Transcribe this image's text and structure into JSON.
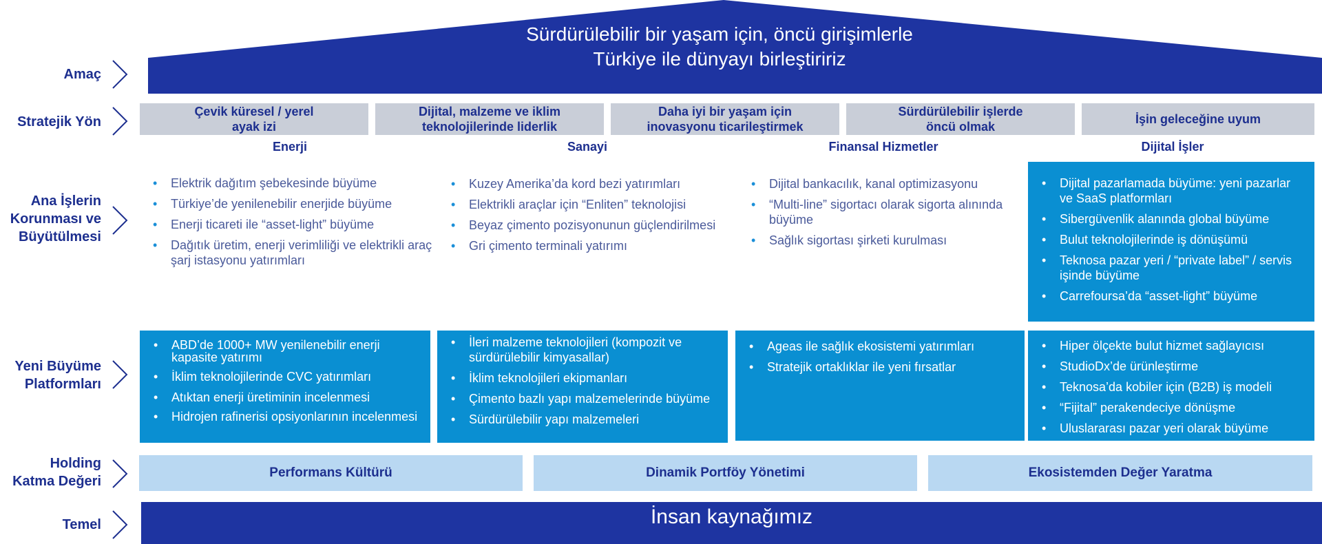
{
  "rows": {
    "amac": "Amaç",
    "stratejik": "Stratejik Yön",
    "ana1": "Ana İşlerin",
    "ana2": "Korunması ve",
    "ana3": "Büyütülmesi",
    "yeni1": "Yeni Büyüme",
    "yeni2": "Platformları",
    "holding1": "Holding",
    "holding2": "Katma Değeri",
    "temel": "Temel"
  },
  "roof": {
    "line1": "Sürdürülebilir bir yaşam için, öncü girişimlerle",
    "line2": "Türkiye ile dünyayı birleştiririz"
  },
  "strategies": [
    {
      "l1": "Çevik küresel / yerel",
      "l2": "ayak izi"
    },
    {
      "l1": "Dijital, malzeme ve iklim",
      "l2": "teknolojilerinde liderlik"
    },
    {
      "l1": "Daha iyi bir yaşam için",
      "l2": "inovasyonu ticarileştirmek"
    },
    {
      "l1": "Sürdürülebilir işlerde",
      "l2": "öncü olmak"
    },
    {
      "l1": "İşin geleceğine uyum",
      "l2": ""
    }
  ],
  "columns": [
    "Enerji",
    "Sanayi",
    "Finansal Hizmetler",
    "Dijital İşler"
  ],
  "core": {
    "enerji": [
      "Elektrik dağıtım şebekesinde büyüme",
      "Türkiye’de yenilenebilir enerjide büyüme",
      "Enerji ticareti ile “asset-light” büyüme",
      "Dağıtık üretim, enerji verimliliği ve elektrikli araç şarj istasyonu yatırımları"
    ],
    "sanayi": [
      "Kuzey Amerika’da kord bezi yatırımları",
      "Elektrikli araçlar için “Enliten” teknolojisi",
      "Beyaz çimento pozisyonunun güçlendirilmesi",
      "Gri çimento terminali yatırımı"
    ],
    "finans": [
      "Dijital bankacılık, kanal optimizasyonu",
      "“Multi-line” sigortacı olarak sigorta alınında büyüme",
      "Sağlık sigortası şirketi kurulması"
    ],
    "dijital": [
      "Dijital pazarlamada büyüme: yeni pazarlar ve SaaS platformları",
      "Sibergüvenlik alanında global büyüme",
      "Bulut teknolojilerinde iş dönüşümü",
      "Teknosa pazar yeri / “private label” / servis işinde büyüme",
      "Carrefoursa’da “asset-light” büyüme"
    ]
  },
  "growth": {
    "enerji": [
      "ABD’de 1000+ MW yenilenebilir enerji kapasite yatırımı",
      "İklim teknolojilerinde CVC yatırımları",
      "Atıktan enerji üretiminin incelenmesi",
      "Hidrojen rafinerisi opsiyonlarının incelenmesi"
    ],
    "sanayi": [
      "İleri malzeme teknolojileri (kompozit ve sürdürülebilir kimyasallar)",
      "İklim teknolojileri ekipmanları",
      "Çimento bazlı yapı malzemelerinde büyüme",
      "Sürdürülebilir yapı malzemeleri"
    ],
    "finans": [
      "Ageas ile sağlık ekosistemi yatırımları",
      "Stratejik ortaklıklar ile yeni fırsatlar"
    ],
    "dijital": [
      "Hiper ölçekte bulut hizmet sağlayıcısı",
      "StudioDx’de ürünleştirme",
      "Teknosa’da kobiler için (B2B) iş modeli",
      "“Fijital” perakendeciye dönüşme",
      "Uluslararası pazar yeri olarak büyüme"
    ]
  },
  "holding": [
    "Performans Kültürü",
    "Dinamik Portföy Yönetimi",
    "Ekosistemden Değer Yaratma"
  ],
  "base": "İnsan kaynağımız",
  "colors": {
    "navy": "#1e34a1",
    "blue": "#0a8fd2",
    "gray": "#c9ced8",
    "lightblue": "#b9d8f2"
  }
}
